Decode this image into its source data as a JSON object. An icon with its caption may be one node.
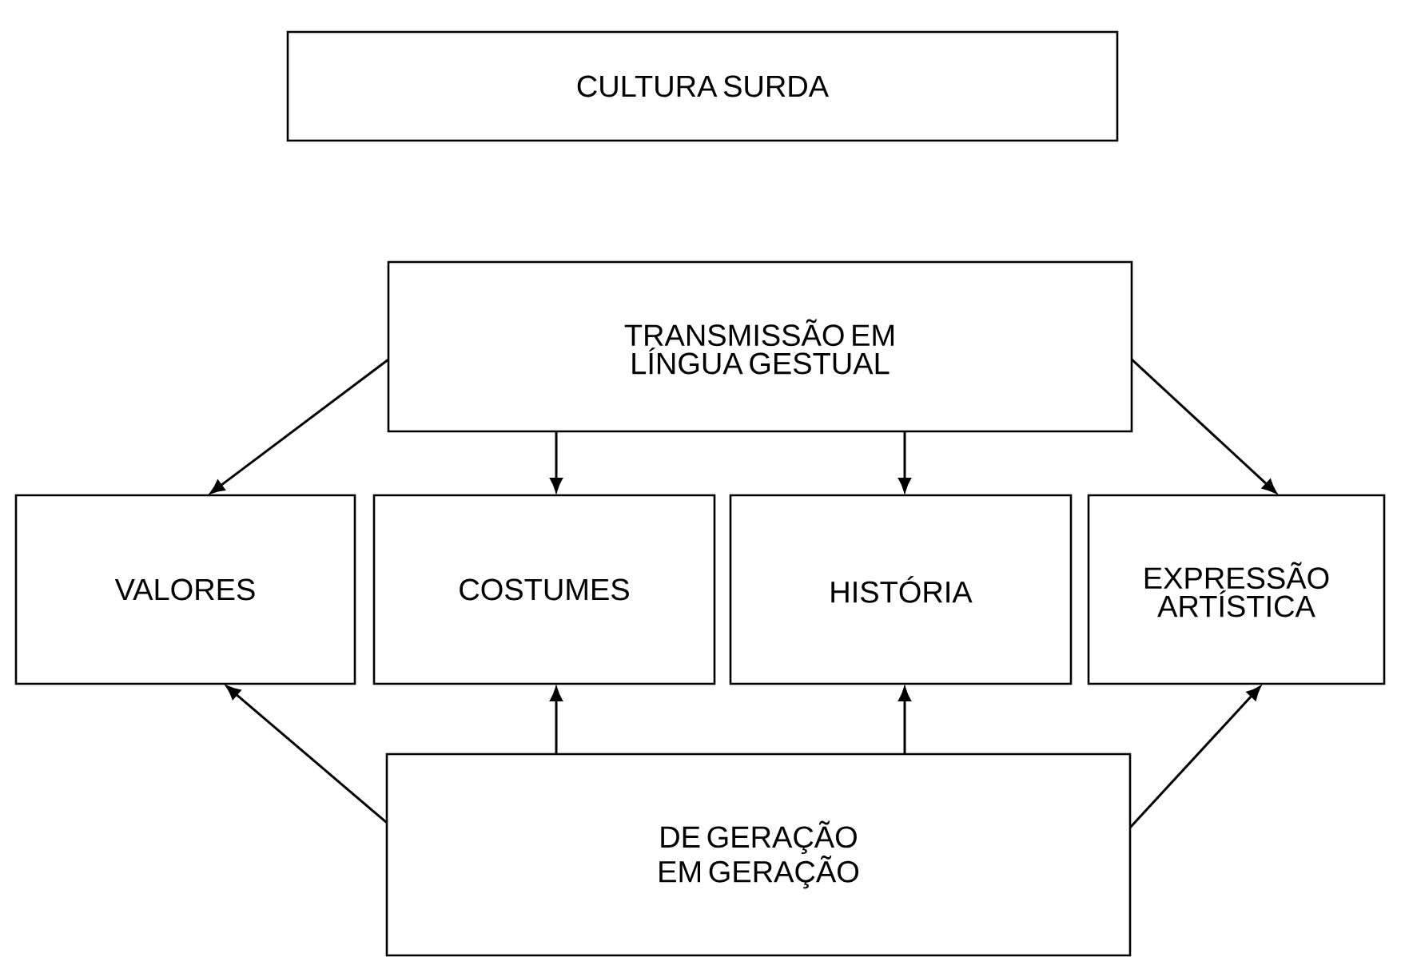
{
  "diagram": {
    "nodes": [
      {
        "text": [
          "CULTURA SURDA"
        ]
      },
      {
        "text": [
          "TRANSMISSÃO EM LÍNGUA GESTUAL"
        ]
      },
      {
        "text": [
          "VALORES"
        ]
      },
      {
        "text": [
          "COSTUMES"
        ]
      },
      {
        "text": [
          "HISTÓRIA"
        ]
      },
      {
        "text": [
          "EXPRESSÃO ARTÍSTICA"
        ]
      },
      {
        "text": [
          "DE GERAÇÃO EM GERAÇÃO"
        ]
      }
    ],
    "edges": [
      {
        "from": 1,
        "to": 2,
        "arrow": "to"
      },
      {
        "from": 1,
        "to": 3,
        "arrow": "to"
      },
      {
        "from": 1,
        "to": 4,
        "arrow": "to"
      },
      {
        "from": 1,
        "to": 5,
        "arrow": "to"
      },
      {
        "from": 6,
        "to": 2,
        "arrow": "to"
      },
      {
        "from": 6,
        "to": 3,
        "arrow": "to"
      },
      {
        "from": 6,
        "to": 4,
        "arrow": "to"
      },
      {
        "from": 6,
        "to": 5,
        "arrow": "to"
      }
    ]
  }
}
